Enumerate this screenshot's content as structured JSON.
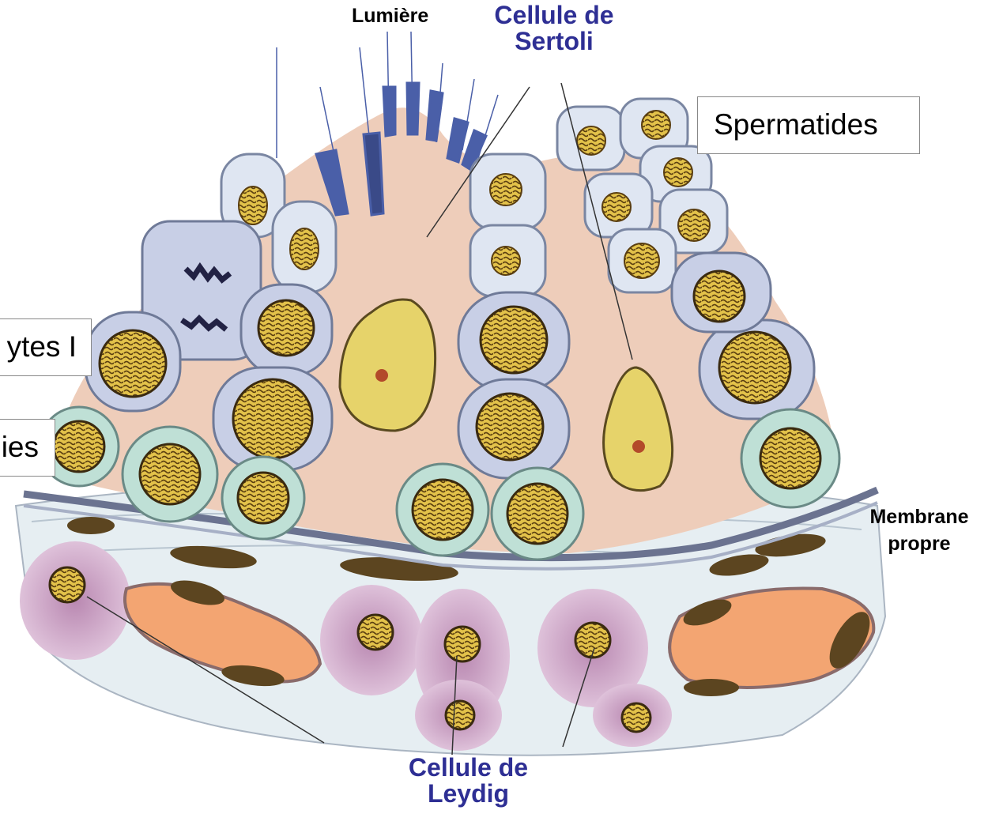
{
  "labels": {
    "lumiere": "Lumière",
    "sertoli_line1": "Cellule de",
    "sertoli_line2": "Sertoli",
    "spermatides": "Spermatides",
    "spermatocytes_partial": "ytes I",
    "spermatogonies_partial": "ies",
    "membrane_line1": "Membrane",
    "membrane_line2": "propre",
    "leydig_line1": "Cellule de",
    "leydig_line2": "Leydig"
  },
  "colors": {
    "label_blue": "#2e2f94",
    "label_black": "#000000",
    "sertoli_cytoplasm": "#eecdba",
    "spermatocyte_cell": "#c8cfe6",
    "spermatogonia_cell": "#bfe0d6",
    "nucleus_yellow": "#e8c94a",
    "leydig_tissue": "#dcc0d8",
    "blood_vessel": "#f3a572",
    "interstitial_tissue": "#e6eef2",
    "membrane": "#6b7390",
    "sperm_tail": "#4a5fa8"
  }
}
